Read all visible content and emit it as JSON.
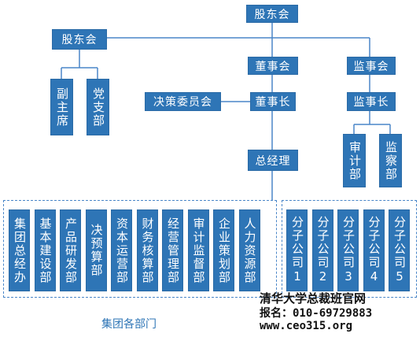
{
  "nodes": {
    "top_shareholders": "股东会",
    "left_shareholders": "股东会",
    "vice_chair": "副主席",
    "party_branch": "党支部",
    "board": "董事会",
    "chairman": "董事长",
    "decision_committee": "决策委员会",
    "supervisory_board": "监事会",
    "supervisory_chair": "监事长",
    "audit_dept": "审计部",
    "inspection_dept": "监察部",
    "gm": "总经理"
  },
  "departments": [
    "集团总经办",
    "基本建设部",
    "产品研发部",
    "决预算部",
    "资本运营部",
    "财务核算部",
    "经营管理部",
    "审计监督部",
    "企业策划部",
    "人力资源部"
  ],
  "subsidiaries": [
    "分子公司1",
    "分子公司2",
    "分子公司3",
    "分子公司4",
    "分子公司5"
  ],
  "legend": "集团各部门",
  "watermark": {
    "line1": "清华大学总裁班官网",
    "line2": "报名：010-69729883",
    "line3": "www.ceo315.org"
  },
  "colors": {
    "box": "#2e75b6",
    "line": "#4a86c8",
    "text": "#ffffff"
  }
}
